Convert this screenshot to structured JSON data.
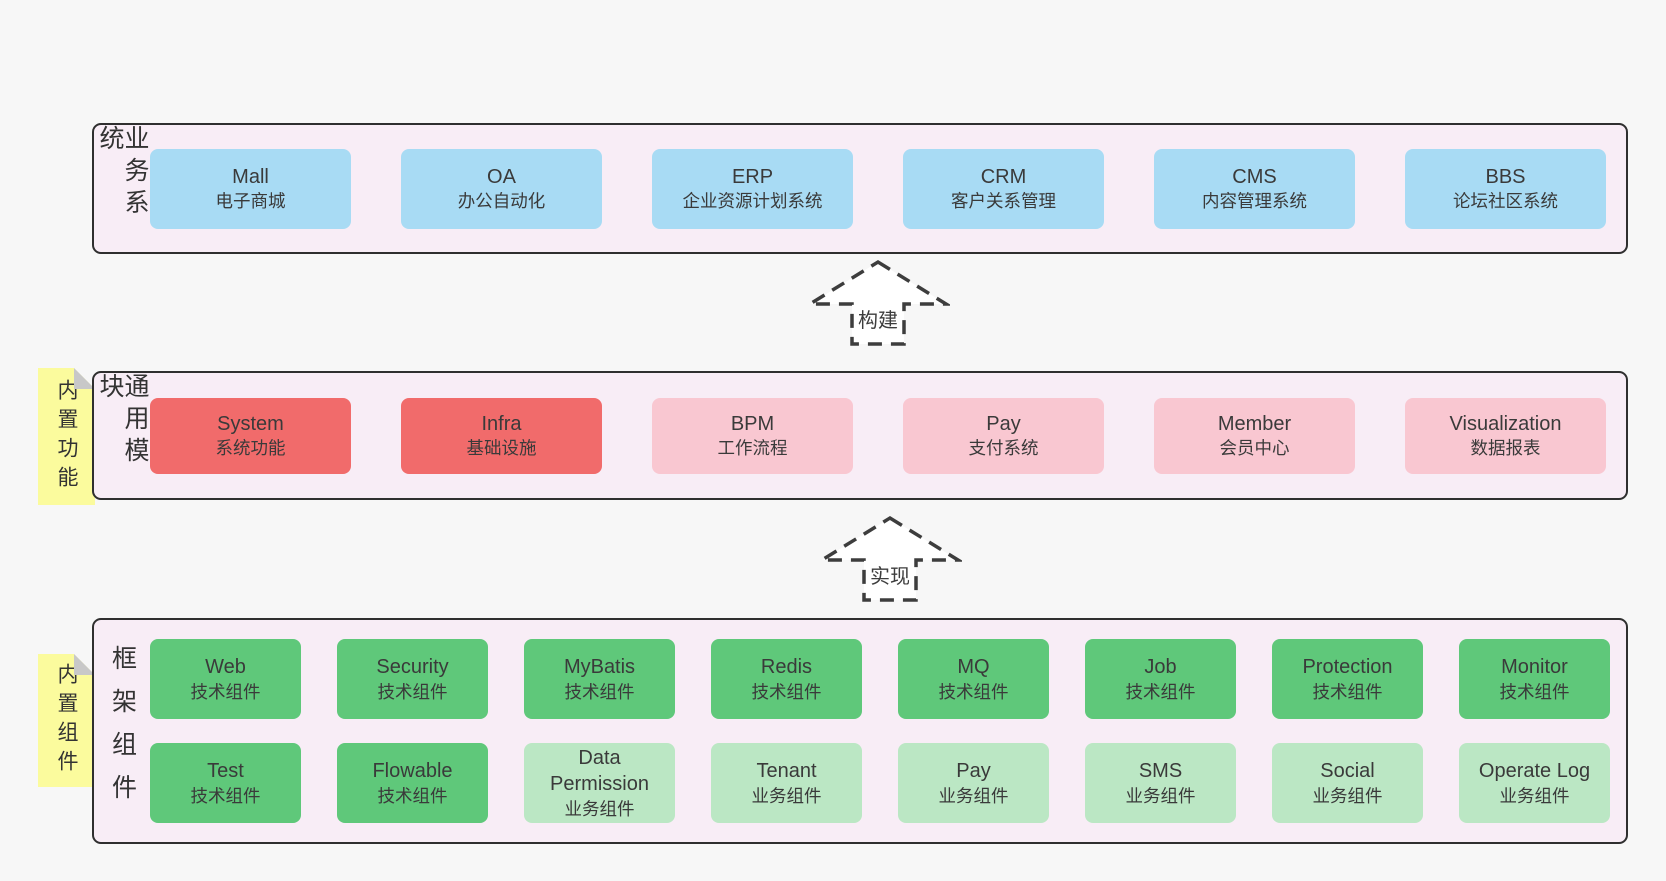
{
  "palette": {
    "page_bg": "#f7f7f7",
    "band_bg": "#f8edf6",
    "band_border": "#2f2f2f",
    "blue_box": "#a8dbf4",
    "red_box": "#f16b6b",
    "pink_box": "#f9c7d1",
    "green_box": "#5fc87a",
    "light_green_box": "#bbe7c4",
    "sticky_yellow": "#fbfb9d",
    "text": "#3a3a3a"
  },
  "stickies": [
    {
      "text": "内置功能"
    },
    {
      "text": "内置组件"
    }
  ],
  "arrows": [
    {
      "label": "构建"
    },
    {
      "label": "实现"
    }
  ],
  "bands": [
    {
      "label": "业务系统",
      "boxes": [
        {
          "name": "Mall",
          "desc": "电子商城"
        },
        {
          "name": "OA",
          "desc": "办公自动化"
        },
        {
          "name": "ERP",
          "desc": "企业资源计划系统"
        },
        {
          "name": "CRM",
          "desc": "客户关系管理"
        },
        {
          "name": "CMS",
          "desc": "内容管理系统"
        },
        {
          "name": "BBS",
          "desc": "论坛社区系统"
        }
      ]
    },
    {
      "label": "通用模块",
      "boxes": [
        {
          "name": "System",
          "desc": "系统功能"
        },
        {
          "name": "Infra",
          "desc": "基础设施"
        },
        {
          "name": "BPM",
          "desc": "工作流程"
        },
        {
          "name": "Pay",
          "desc": "支付系统"
        },
        {
          "name": "Member",
          "desc": "会员中心"
        },
        {
          "name": "Visualization",
          "desc": "数据报表"
        }
      ]
    },
    {
      "label": "框架组件",
      "rows": [
        [
          {
            "name": "Web",
            "desc": "技术组件"
          },
          {
            "name": "Security",
            "desc": "技术组件"
          },
          {
            "name": "MyBatis",
            "desc": "技术组件"
          },
          {
            "name": "Redis",
            "desc": "技术组件"
          },
          {
            "name": "MQ",
            "desc": "技术组件"
          },
          {
            "name": "Job",
            "desc": "技术组件"
          },
          {
            "name": "Protection",
            "desc": "技术组件"
          },
          {
            "name": "Monitor",
            "desc": "技术组件"
          }
        ],
        [
          {
            "name": "Test",
            "desc": "技术组件"
          },
          {
            "name": "Flowable",
            "desc": "技术组件"
          },
          {
            "name": "Data Permission",
            "desc": "业务组件"
          },
          {
            "name": "Tenant",
            "desc": "业务组件"
          },
          {
            "name": "Pay",
            "desc": "业务组件"
          },
          {
            "name": "SMS",
            "desc": "业务组件"
          },
          {
            "name": "Social",
            "desc": "业务组件"
          },
          {
            "name": "Operate Log",
            "desc": "业务组件"
          }
        ]
      ]
    }
  ]
}
